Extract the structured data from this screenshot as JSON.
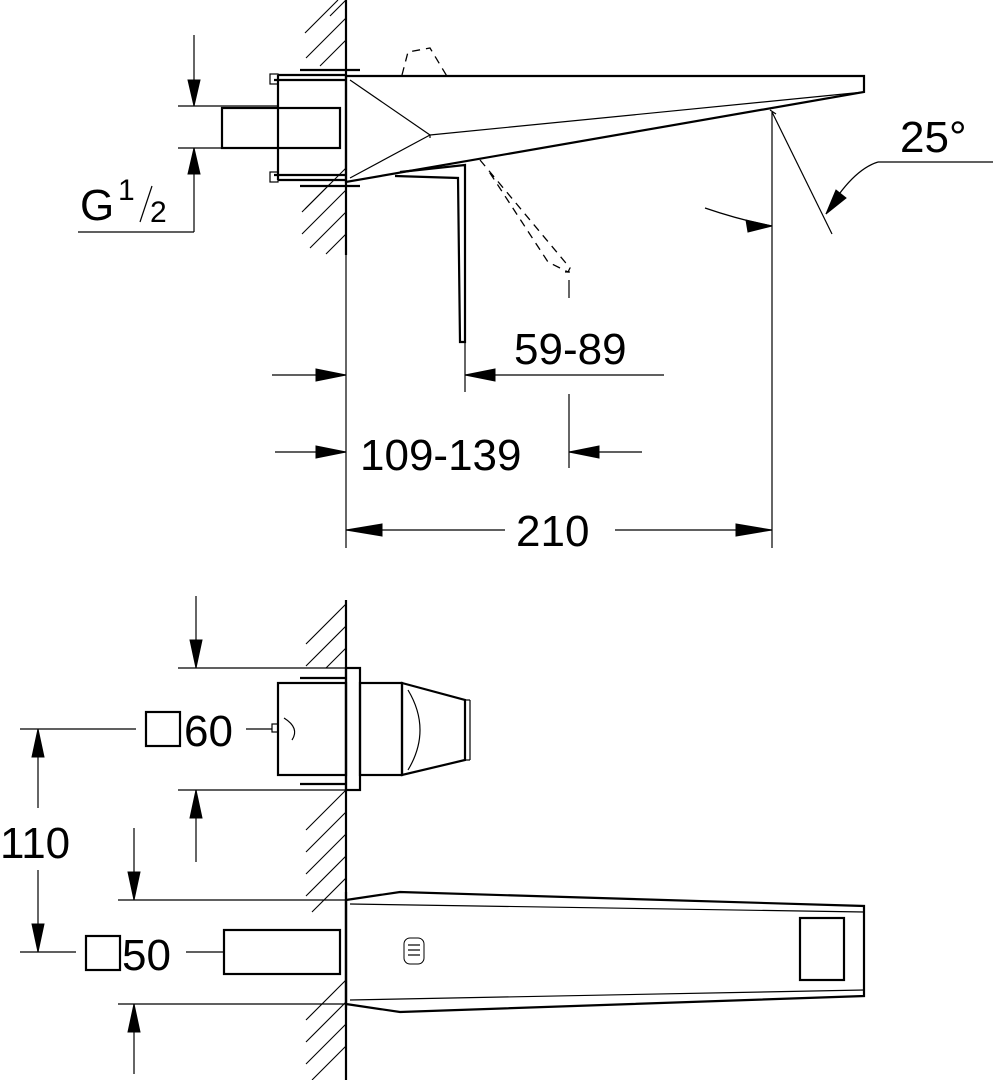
{
  "top_view": {
    "thread_label": "G",
    "thread_fraction_num": "1",
    "thread_fraction_den": "2",
    "angle": "25°",
    "dim_spout_projection": "59-89",
    "dim_wall_projection": "109-139",
    "dim_total": "210"
  },
  "front_view": {
    "square_upper": "60",
    "square_lower": "50",
    "dim_spacing": "110"
  },
  "colors": {
    "line": "#000000",
    "background": "#ffffff"
  }
}
